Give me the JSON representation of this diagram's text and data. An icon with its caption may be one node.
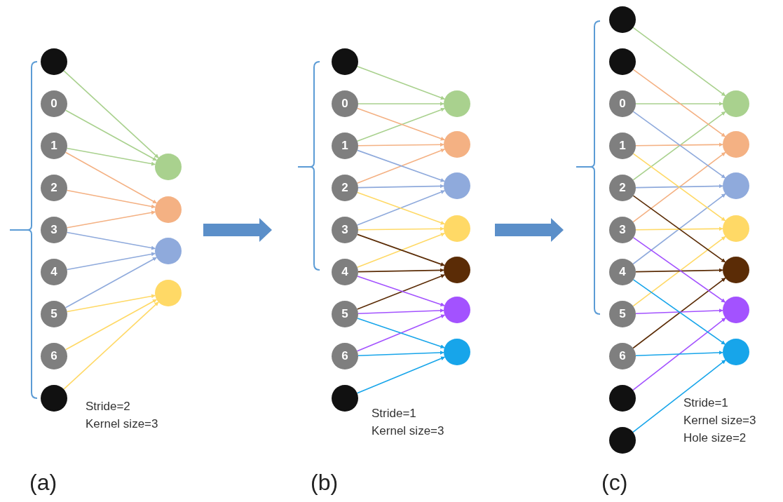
{
  "diagram": {
    "nodes": [
      {
        "text": [],
        "shape": "circle"
      },
      {
        "text": [
          "0"
        ]
      },
      {
        "text": [
          "1"
        ]
      },
      {
        "text": [
          "2"
        ]
      },
      {
        "text": [
          "3"
        ]
      },
      {
        "text": [
          "4"
        ]
      },
      {
        "text": [
          "5"
        ]
      },
      {
        "text": [
          "6"
        ]
      },
      {
        "text": [],
        "shape": "circle"
      },
      {
        "text": [],
        "shape": "circle"
      },
      {
        "text": [],
        "shape": "circle"
      },
      {
        "text": [],
        "shape": "circle"
      },
      {
        "text": [],
        "shape": "circle"
      },
      {
        "text": [],
        "shape": "circle"
      },
      {
        "text": [
          "0"
        ]
      },
      {
        "text": [
          "1"
        ]
      },
      {
        "text": [
          "2"
        ]
      },
      {
        "text": [
          "3"
        ]
      },
      {
        "text": [
          "4"
        ]
      },
      {
        "text": [
          "5"
        ]
      },
      {
        "text": [
          "6"
        ]
      },
      {
        "text": [],
        "shape": "circle"
      },
      {
        "text": [],
        "shape": "circle"
      },
      {
        "text": [],
        "shape": "circle"
      },
      {
        "text": [],
        "shape": "circle"
      },
      {
        "text": [],
        "shape": "circle"
      },
      {
        "text": [],
        "shape": "circle"
      },
      {
        "text": [],
        "shape": "circle"
      },
      {
        "text": [],
        "shape": "circle"
      },
      {
        "text": [],
        "shape": "circle"
      },
      {
        "text": [],
        "shape": "circle"
      },
      {
        "text": [
          "0"
        ]
      },
      {
        "text": [
          "1"
        ]
      },
      {
        "text": [
          "2"
        ]
      },
      {
        "text": [
          "3"
        ]
      },
      {
        "text": [
          "4"
        ]
      },
      {
        "text": [
          "5"
        ]
      },
      {
        "text": [
          "6"
        ]
      },
      {
        "text": [],
        "shape": "circle"
      },
      {
        "text": [],
        "shape": "circle"
      },
      {
        "text": [],
        "shape": "circle"
      },
      {
        "text": [],
        "shape": "circle"
      },
      {
        "text": [],
        "shape": "circle"
      },
      {
        "text": [],
        "shape": "circle"
      },
      {
        "text": [],
        "shape": "circle"
      },
      {
        "text": [],
        "shape": "circle"
      },
      {
        "text": [],
        "shape": "circle"
      }
    ],
    "edges": [
      {
        "from": 0,
        "to": 9,
        "arrow": "to",
        "color": "#a9d18e"
      },
      {
        "from": 1,
        "to": 9,
        "arrow": "to",
        "color": "#a9d18e"
      },
      {
        "from": 2,
        "to": 9,
        "arrow": "to",
        "color": "#a9d18e"
      },
      {
        "from": 2,
        "to": 10,
        "arrow": "to",
        "color": "#f4b183"
      },
      {
        "from": 3,
        "to": 10,
        "arrow": "to",
        "color": "#f4b183"
      },
      {
        "from": 4,
        "to": 10,
        "arrow": "to",
        "color": "#f4b183"
      },
      {
        "from": 4,
        "to": 11,
        "arrow": "to",
        "color": "#8faadc"
      },
      {
        "from": 5,
        "to": 11,
        "arrow": "to",
        "color": "#8faadc"
      },
      {
        "from": 6,
        "to": 11,
        "arrow": "to",
        "color": "#8faadc"
      },
      {
        "from": 6,
        "to": 12,
        "arrow": "to",
        "color": "#ffd966"
      },
      {
        "from": 7,
        "to": 12,
        "arrow": "to",
        "color": "#ffd966"
      },
      {
        "from": 8,
        "to": 12,
        "arrow": "to",
        "color": "#ffd966"
      },
      {
        "from": 13,
        "to": 22,
        "arrow": "to",
        "color": "#a9d18e"
      },
      {
        "from": 14,
        "to": 22,
        "arrow": "to",
        "color": "#a9d18e"
      },
      {
        "from": 15,
        "to": 22,
        "arrow": "to",
        "color": "#a9d18e"
      },
      {
        "from": 14,
        "to": 23,
        "arrow": "to",
        "color": "#f4b183"
      },
      {
        "from": 15,
        "to": 23,
        "arrow": "to",
        "color": "#f4b183"
      },
      {
        "from": 16,
        "to": 23,
        "arrow": "to",
        "color": "#f4b183"
      },
      {
        "from": 15,
        "to": 24,
        "arrow": "to",
        "color": "#8faadc"
      },
      {
        "from": 16,
        "to": 24,
        "arrow": "to",
        "color": "#8faadc"
      },
      {
        "from": 17,
        "to": 24,
        "arrow": "to",
        "color": "#8faadc"
      },
      {
        "from": 16,
        "to": 25,
        "arrow": "to",
        "color": "#ffd966"
      },
      {
        "from": 17,
        "to": 25,
        "arrow": "to",
        "color": "#ffd966"
      },
      {
        "from": 18,
        "to": 25,
        "arrow": "to",
        "color": "#ffd966"
      },
      {
        "from": 17,
        "to": 26,
        "arrow": "to",
        "color": "#5b2c06"
      },
      {
        "from": 18,
        "to": 26,
        "arrow": "to",
        "color": "#5b2c06"
      },
      {
        "from": 19,
        "to": 26,
        "arrow": "to",
        "color": "#5b2c06"
      },
      {
        "from": 18,
        "to": 27,
        "arrow": "to",
        "color": "#a352ff"
      },
      {
        "from": 19,
        "to": 27,
        "arrow": "to",
        "color": "#a352ff"
      },
      {
        "from": 20,
        "to": 27,
        "arrow": "to",
        "color": "#a352ff"
      },
      {
        "from": 19,
        "to": 28,
        "arrow": "to",
        "color": "#17a5ea"
      },
      {
        "from": 20,
        "to": 28,
        "arrow": "to",
        "color": "#17a5ea"
      },
      {
        "from": 21,
        "to": 28,
        "arrow": "to",
        "color": "#17a5ea"
      },
      {
        "from": 29,
        "to": 40,
        "arrow": "to",
        "color": "#a9d18e"
      },
      {
        "from": 31,
        "to": 40,
        "arrow": "to",
        "color": "#a9d18e"
      },
      {
        "from": 33,
        "to": 40,
        "arrow": "to",
        "color": "#a9d18e"
      },
      {
        "from": 30,
        "to": 41,
        "arrow": "to",
        "color": "#f4b183"
      },
      {
        "from": 32,
        "to": 41,
        "arrow": "to",
        "color": "#f4b183"
      },
      {
        "from": 34,
        "to": 41,
        "arrow": "to",
        "color": "#f4b183"
      },
      {
        "from": 31,
        "to": 42,
        "arrow": "to",
        "color": "#8faadc"
      },
      {
        "from": 33,
        "to": 42,
        "arrow": "to",
        "color": "#8faadc"
      },
      {
        "from": 35,
        "to": 42,
        "arrow": "to",
        "color": "#8faadc"
      },
      {
        "from": 32,
        "to": 43,
        "arrow": "to",
        "color": "#ffd966"
      },
      {
        "from": 34,
        "to": 43,
        "arrow": "to",
        "color": "#ffd966"
      },
      {
        "from": 36,
        "to": 43,
        "arrow": "to",
        "color": "#ffd966"
      },
      {
        "from": 33,
        "to": 44,
        "arrow": "to",
        "color": "#5b2c06"
      },
      {
        "from": 35,
        "to": 44,
        "arrow": "to",
        "color": "#5b2c06"
      },
      {
        "from": 37,
        "to": 44,
        "arrow": "to",
        "color": "#5b2c06"
      },
      {
        "from": 34,
        "to": 45,
        "arrow": "to",
        "color": "#a352ff"
      },
      {
        "from": 36,
        "to": 45,
        "arrow": "to",
        "color": "#a352ff"
      },
      {
        "from": 38,
        "to": 45,
        "arrow": "to",
        "color": "#a352ff"
      },
      {
        "from": 35,
        "to": 46,
        "arrow": "to",
        "color": "#17a5ea"
      },
      {
        "from": 37,
        "to": 46,
        "arrow": "to",
        "color": "#17a5ea"
      },
      {
        "from": 39,
        "to": 46,
        "arrow": "to",
        "color": "#17a5ea"
      }
    ],
    "labels": [
      "Stride=2",
      "Kernel size=3",
      "Stride=1",
      "Kernel size=3",
      "Stride=1",
      "Kernel size=3",
      "Hole size=2",
      "(a)",
      "(b)",
      "(c)"
    ]
  }
}
